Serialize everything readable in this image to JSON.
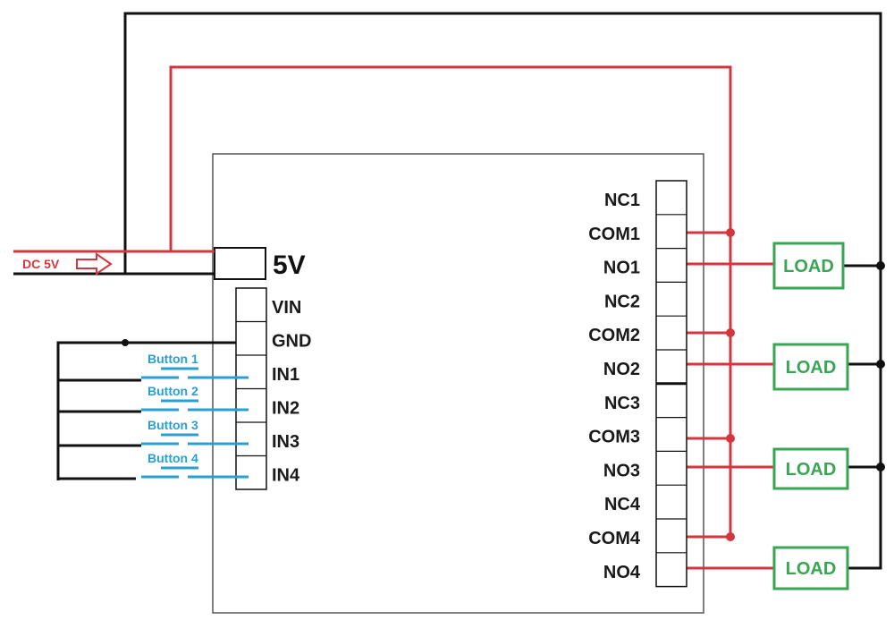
{
  "power": {
    "label": "DC 5V",
    "pin_label": "5V"
  },
  "left_terminals": [
    "VIN",
    "GND",
    "IN1",
    "IN2",
    "IN3",
    "IN4"
  ],
  "buttons": [
    "Button 1",
    "Button 2",
    "Button 3",
    "Button 4"
  ],
  "right_terminals": [
    "NC1",
    "COM1",
    "NO1",
    "NC2",
    "COM2",
    "NO2",
    "NC3",
    "COM3",
    "NO3",
    "NC4",
    "COM4",
    "NO4"
  ],
  "loads": [
    "LOAD",
    "LOAD",
    "LOAD",
    "LOAD"
  ],
  "colors": {
    "positive": "#d3363f",
    "ground": "#111111",
    "button": "#2a9fd0",
    "load": "#3aa655",
    "board": "#555555"
  }
}
